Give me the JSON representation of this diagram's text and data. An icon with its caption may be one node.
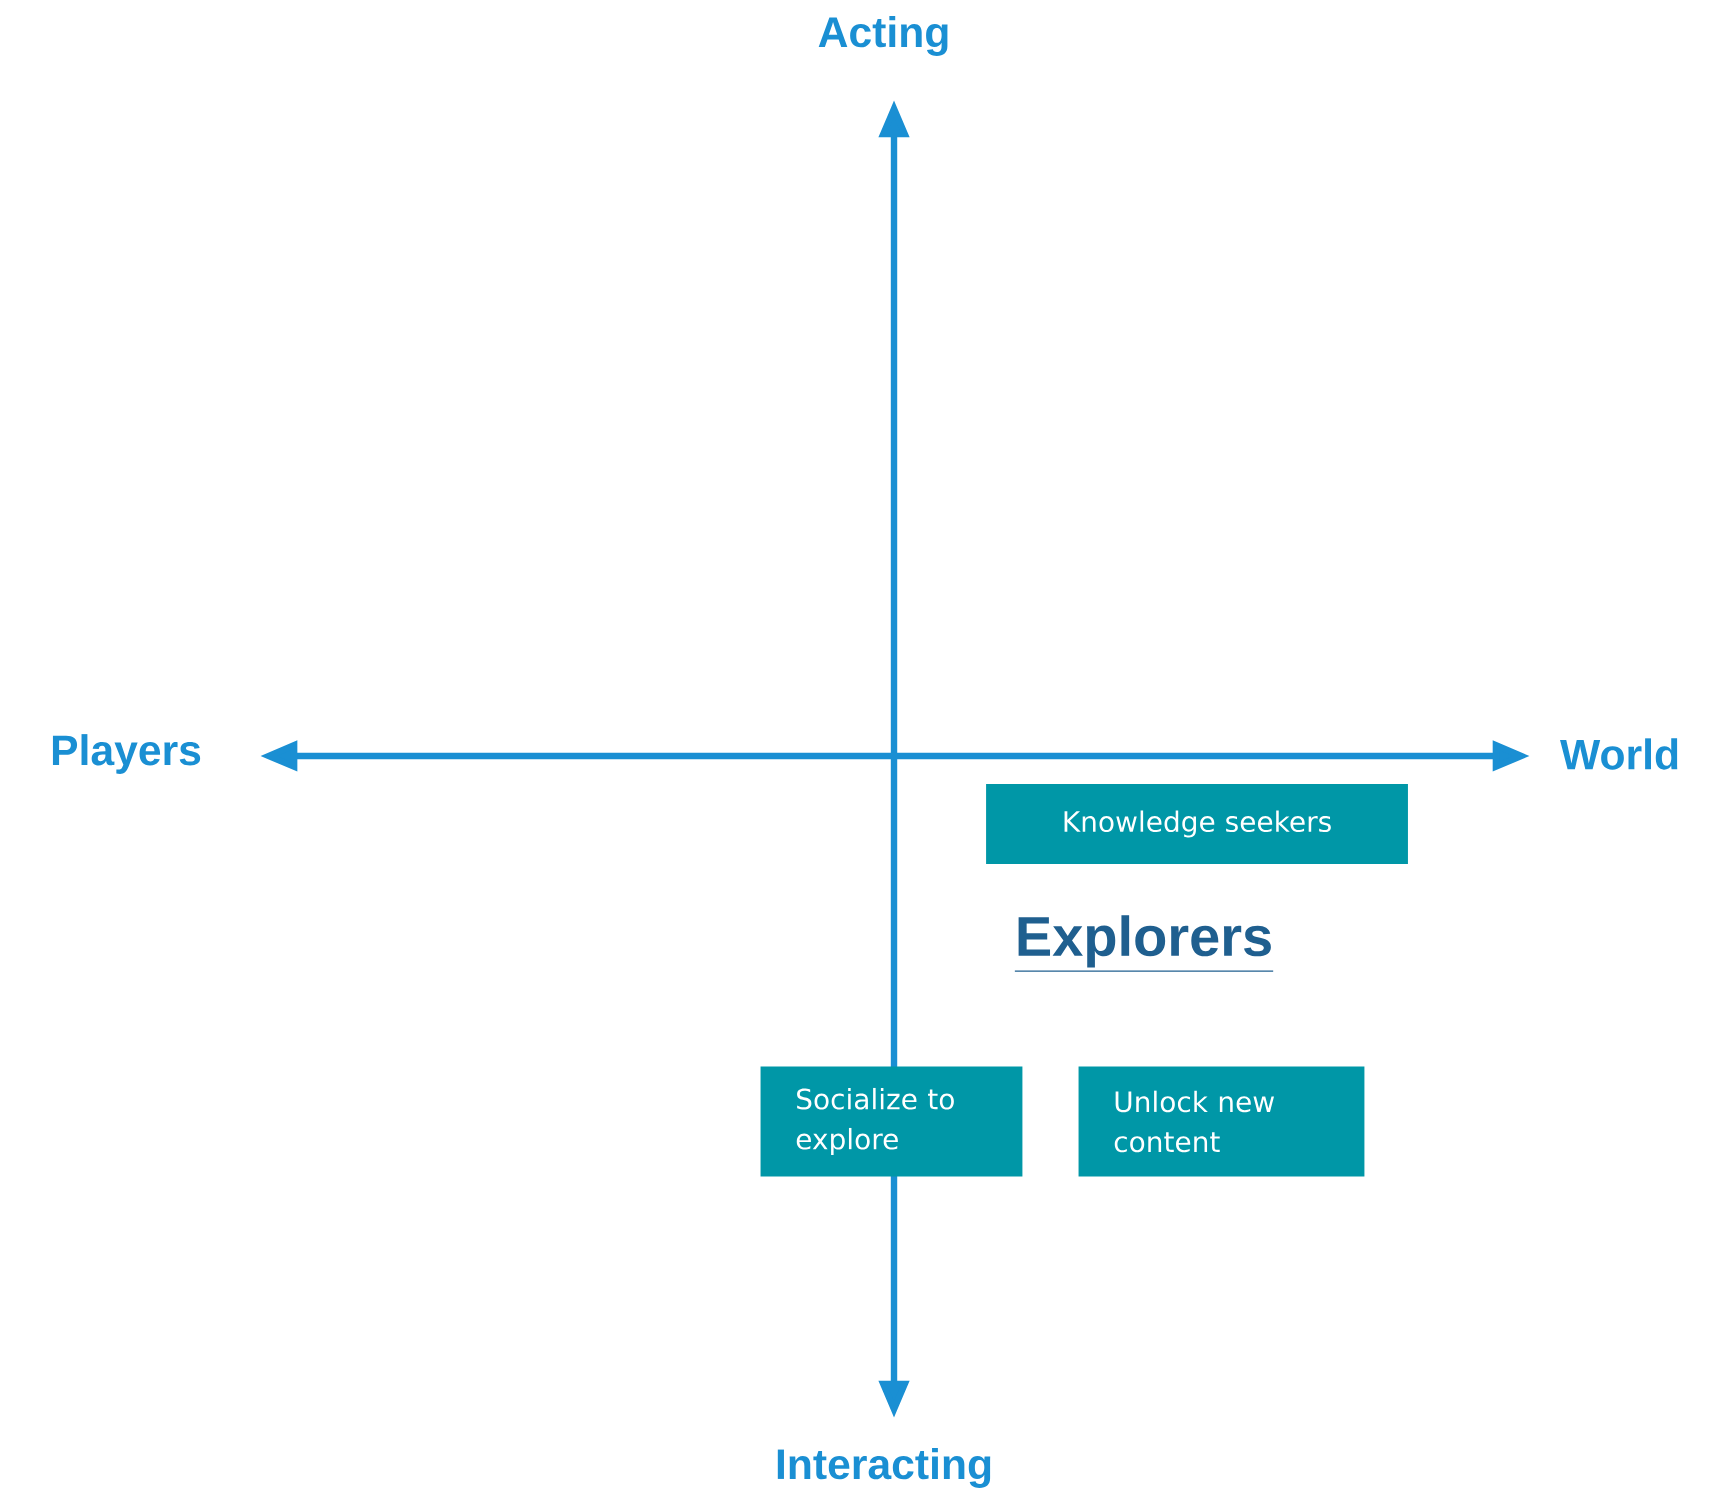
{
  "diagram": {
    "nodes": [
      {
        "text": [
          "Knowledge seekers"
        ]
      },
      {
        "text": [
          "Socialize to explore"
        ]
      },
      {
        "text": [
          "Unlock new content"
        ]
      }
    ],
    "labels": [
      "Acting",
      "Players",
      "World",
      "Explorers",
      "Interacting"
    ]
  }
}
